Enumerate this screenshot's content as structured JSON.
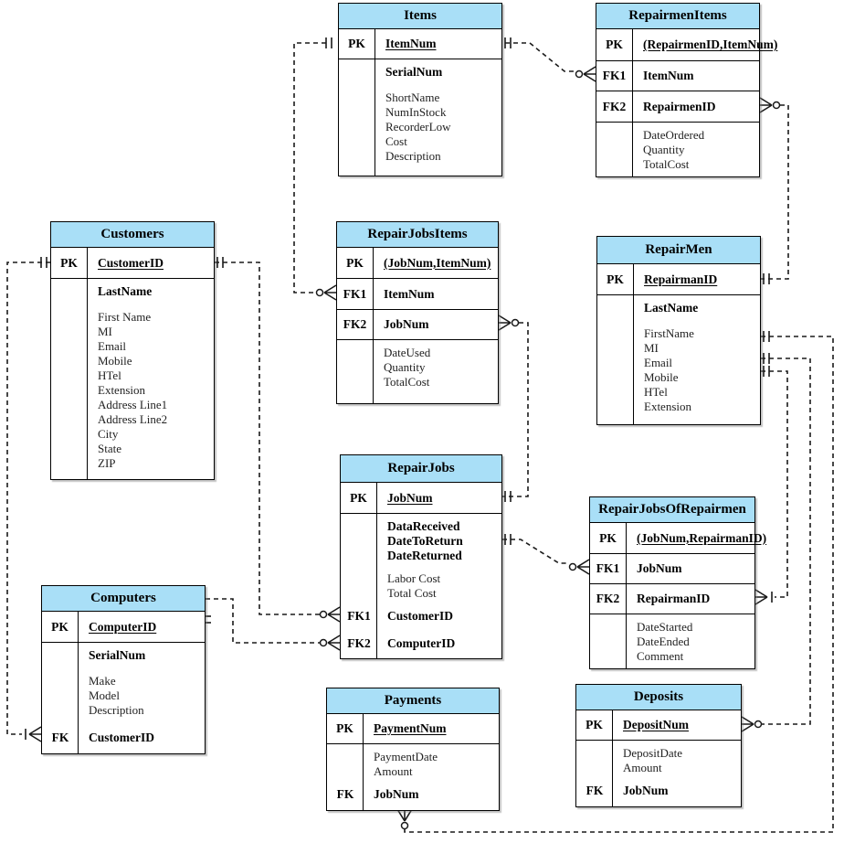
{
  "diagram": {
    "colors": {
      "header_fill": "#A9DFF7",
      "border": "#000000",
      "line": "#1A1A1A",
      "background": "#FFFFFF"
    },
    "tables": [
      {
        "id": "items",
        "title": "Items",
        "sections": [
          {
            "key": "PK",
            "rows": [
              {
                "t": "ItemNum",
                "b": 1,
                "u": 1
              }
            ]
          },
          {
            "key": "",
            "rows": [
              {
                "t": "SerialNum",
                "b": 1,
                "g": 1
              },
              {
                "t": "ShortName"
              },
              {
                "t": "NumInStock"
              },
              {
                "t": "RecorderLow"
              },
              {
                "t": "Cost"
              },
              {
                "t": "Description"
              }
            ]
          }
        ]
      },
      {
        "id": "repairmen-items",
        "title": "RepairmenItems",
        "sections": [
          {
            "key": "PK",
            "rows": [
              {
                "t": "(RepairmenID,ItemNum)",
                "b": 1,
                "u": 1
              }
            ]
          },
          {
            "key": "FK1",
            "rows": [
              {
                "t": "ItemNum",
                "b": 1
              }
            ]
          },
          {
            "key": "FK2",
            "rows": [
              {
                "t": "RepairmenID",
                "b": 1
              }
            ]
          },
          {
            "key": "",
            "rows": [
              {
                "t": "DateOrdered"
              },
              {
                "t": "Quantity"
              },
              {
                "t": "TotalCost"
              }
            ]
          }
        ]
      },
      {
        "id": "customers",
        "title": "Customers",
        "sections": [
          {
            "key": "PK",
            "rows": [
              {
                "t": "CustomerID",
                "b": 1,
                "u": 1
              }
            ]
          },
          {
            "key": "",
            "rows": [
              {
                "t": "LastName",
                "b": 1,
                "g": 1
              },
              {
                "t": "First Name"
              },
              {
                "t": "MI"
              },
              {
                "t": "Email"
              },
              {
                "t": "Mobile"
              },
              {
                "t": "HTel"
              },
              {
                "t": "Extension"
              },
              {
                "t": "Address Line1"
              },
              {
                "t": "Address Line2"
              },
              {
                "t": "City"
              },
              {
                "t": "State"
              },
              {
                "t": "ZIP"
              }
            ]
          }
        ]
      },
      {
        "id": "repair-jobs-items",
        "title": "RepairJobsItems",
        "sections": [
          {
            "key": "PK",
            "rows": [
              {
                "t": "(JobNum,ItemNum)",
                "b": 1,
                "u": 1
              }
            ]
          },
          {
            "key": "FK1",
            "rows": [
              {
                "t": "ItemNum",
                "b": 1
              }
            ]
          },
          {
            "key": "FK2",
            "rows": [
              {
                "t": "JobNum",
                "b": 1
              }
            ]
          },
          {
            "key": "",
            "rows": [
              {
                "t": "DateUsed"
              },
              {
                "t": "Quantity"
              },
              {
                "t": "TotalCost"
              }
            ]
          }
        ]
      },
      {
        "id": "repair-men",
        "title": "RepairMen",
        "sections": [
          {
            "key": "PK",
            "rows": [
              {
                "t": "RepairmanID",
                "b": 1,
                "u": 1
              }
            ]
          },
          {
            "key": "",
            "rows": [
              {
                "t": "LastName",
                "b": 1,
                "g": 1
              },
              {
                "t": "FirstName"
              },
              {
                "t": "MI"
              },
              {
                "t": "Email"
              },
              {
                "t": "Mobile"
              },
              {
                "t": "HTel"
              },
              {
                "t": "Extension"
              }
            ]
          }
        ]
      },
      {
        "id": "repair-jobs",
        "title": "RepairJobs",
        "sections": [
          {
            "key": "PK",
            "rows": [
              {
                "t": "JobNum",
                "b": 1,
                "u": 1
              }
            ]
          },
          {
            "key": "",
            "rows": [
              {
                "t": "DataReceived",
                "b": 1
              },
              {
                "t": "DateToReturn",
                "b": 1
              },
              {
                "t": "DateReturned",
                "b": 1,
                "g": 2
              },
              {
                "t": "Labor Cost"
              },
              {
                "t": "Total Cost",
                "g": 2
              },
              {
                "t": "CustomerID",
                "b": 1,
                "k": "FK1",
                "g": 3
              },
              {
                "t": "ComputerID",
                "b": 1,
                "k": "FK2"
              }
            ]
          }
        ]
      },
      {
        "id": "repair-jobs-of-repairmen",
        "title": "RepairJobsOfRepairmen",
        "sections": [
          {
            "key": "PK",
            "rows": [
              {
                "t": "(JobNum,RepairmanID)",
                "b": 1,
                "u": 1
              }
            ]
          },
          {
            "key": "FK1",
            "rows": [
              {
                "t": "JobNum",
                "b": 1
              }
            ]
          },
          {
            "key": "FK2",
            "rows": [
              {
                "t": "RepairmanID",
                "b": 1
              }
            ]
          },
          {
            "key": "",
            "rows": [
              {
                "t": "DateStarted"
              },
              {
                "t": "DateEnded"
              },
              {
                "t": "Comment"
              }
            ]
          }
        ]
      },
      {
        "id": "computers",
        "title": "Computers",
        "sections": [
          {
            "key": "PK",
            "rows": [
              {
                "t": "ComputerID",
                "b": 1,
                "u": 1
              }
            ]
          },
          {
            "key": "",
            "rows": [
              {
                "t": "SerialNum",
                "b": 1,
                "g": 1
              },
              {
                "t": "Make"
              },
              {
                "t": "Model"
              },
              {
                "t": "Description",
                "g": 3
              },
              {
                "t": "CustomerID",
                "b": 1,
                "k": "FK"
              }
            ]
          }
        ]
      },
      {
        "id": "payments",
        "title": "Payments",
        "sections": [
          {
            "key": "PK",
            "rows": [
              {
                "t": "PaymentNum",
                "b": 1,
                "u": 1
              }
            ]
          },
          {
            "key": "",
            "rows": [
              {
                "t": "PaymentDate"
              },
              {
                "t": "Amount",
                "g": 2
              },
              {
                "t": "JobNum",
                "b": 1,
                "k": "FK"
              }
            ]
          }
        ]
      },
      {
        "id": "deposits",
        "title": "Deposits",
        "sections": [
          {
            "key": "PK",
            "rows": [
              {
                "t": "DepositNum",
                "b": 1,
                "u": 1
              }
            ]
          },
          {
            "key": "",
            "rows": [
              {
                "t": "DepositDate"
              },
              {
                "t": "Amount",
                "g": 2
              },
              {
                "t": "JobNum",
                "b": 1,
                "k": "FK"
              }
            ]
          }
        ]
      }
    ],
    "relationships": [
      {
        "from": "Items",
        "to": "RepairJobsItems",
        "via": "ItemNum",
        "from_end": "one",
        "to_end": "zero-or-many"
      },
      {
        "from": "Items",
        "to": "RepairmenItems",
        "via": "ItemNum",
        "from_end": "one",
        "to_end": "zero-or-many"
      },
      {
        "from": "RepairMen",
        "to": "RepairmenItems",
        "via": "RepairmenID",
        "from_end": "one",
        "to_end": "zero-or-many"
      },
      {
        "from": "RepairJobs",
        "to": "RepairJobsItems",
        "via": "JobNum",
        "from_end": "one",
        "to_end": "zero-or-many"
      },
      {
        "from": "RepairJobs",
        "to": "RepairJobsOfRepairmen",
        "via": "JobNum",
        "from_end": "one",
        "to_end": "zero-or-many"
      },
      {
        "from": "RepairMen",
        "to": "RepairJobsOfRepairmen",
        "via": "RepairmanID",
        "from_end": "one",
        "to_end": "one-or-many"
      },
      {
        "from": "RepairMen",
        "to": "Deposits",
        "via": "",
        "from_end": "one",
        "to_end": "zero-or-many"
      },
      {
        "from": "RepairMen",
        "to": "Payments",
        "via": "",
        "from_end": "one",
        "to_end": "zero-or-many"
      },
      {
        "from": "Customers",
        "to": "Computers",
        "via": "CustomerID",
        "from_end": "one",
        "to_end": "one-or-many"
      },
      {
        "from": "Customers",
        "to": "RepairJobs",
        "via": "CustomerID",
        "from_end": "one",
        "to_end": "zero-or-many"
      },
      {
        "from": "Computers",
        "to": "RepairJobs",
        "via": "ComputerID",
        "from_end": "one",
        "to_end": "zero-or-many"
      }
    ]
  }
}
